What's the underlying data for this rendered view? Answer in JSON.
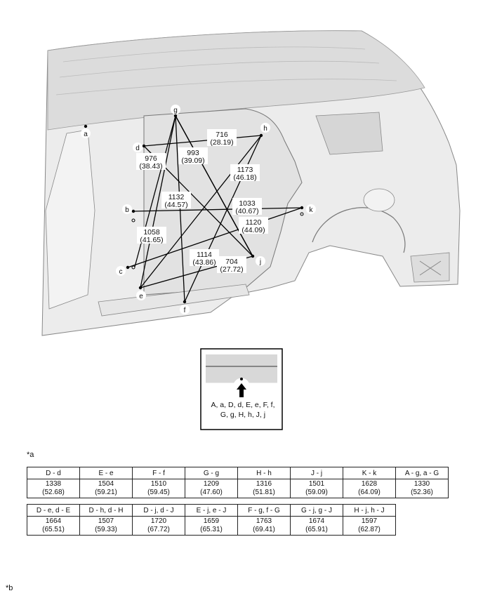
{
  "points": [
    "a",
    "b",
    "c",
    "d",
    "e",
    "f",
    "g",
    "h",
    "j",
    "k"
  ],
  "measurements": [
    {
      "label": "716",
      "sub": "(28.19)"
    },
    {
      "label": "993",
      "sub": "(39.09)"
    },
    {
      "label": "976",
      "sub": "(38.43)"
    },
    {
      "label": "1173",
      "sub": "(46.18)"
    },
    {
      "label": "1132",
      "sub": "(44.57)"
    },
    {
      "label": "1033",
      "sub": "(40.67)"
    },
    {
      "label": "1120",
      "sub": "(44.09)"
    },
    {
      "label": "1058",
      "sub": "(41.65)"
    },
    {
      "label": "1114",
      "sub": "(43.86)"
    },
    {
      "label": "704",
      "sub": "(27.72)"
    }
  ],
  "inset": {
    "line1": "A, a, D, d, E, e, F, f,",
    "line2": "G, g, H, h, J, j"
  },
  "caption_a": "*a",
  "caption_b": "*b",
  "table1": {
    "headers": [
      "D - d",
      "E - e",
      "F - f",
      "G - g",
      "H - h",
      "J - j",
      "K - k",
      "A - g, a - G"
    ],
    "values": [
      "1338",
      "1504",
      "1510",
      "1209",
      "1316",
      "1501",
      "1628",
      "1330"
    ],
    "inches": [
      "(52.68)",
      "(59.21)",
      "(59.45)",
      "(47.60)",
      "(51.81)",
      "(59.09)",
      "(64.09)",
      "(52.36)"
    ]
  },
  "table2": {
    "headers": [
      "D - e, d - E",
      "D - h, d - H",
      "D - j, d - J",
      "E - j, e - J",
      "F - g, f - G",
      "G - j, g - J",
      "H - j, h - J"
    ],
    "values": [
      "1664",
      "1507",
      "1720",
      "1659",
      "1763",
      "1674",
      "1597"
    ],
    "inches": [
      "(65.51)",
      "(59.33)",
      "(67.72)",
      "(65.31)",
      "(69.41)",
      "(65.91)",
      "(62.87)"
    ]
  }
}
